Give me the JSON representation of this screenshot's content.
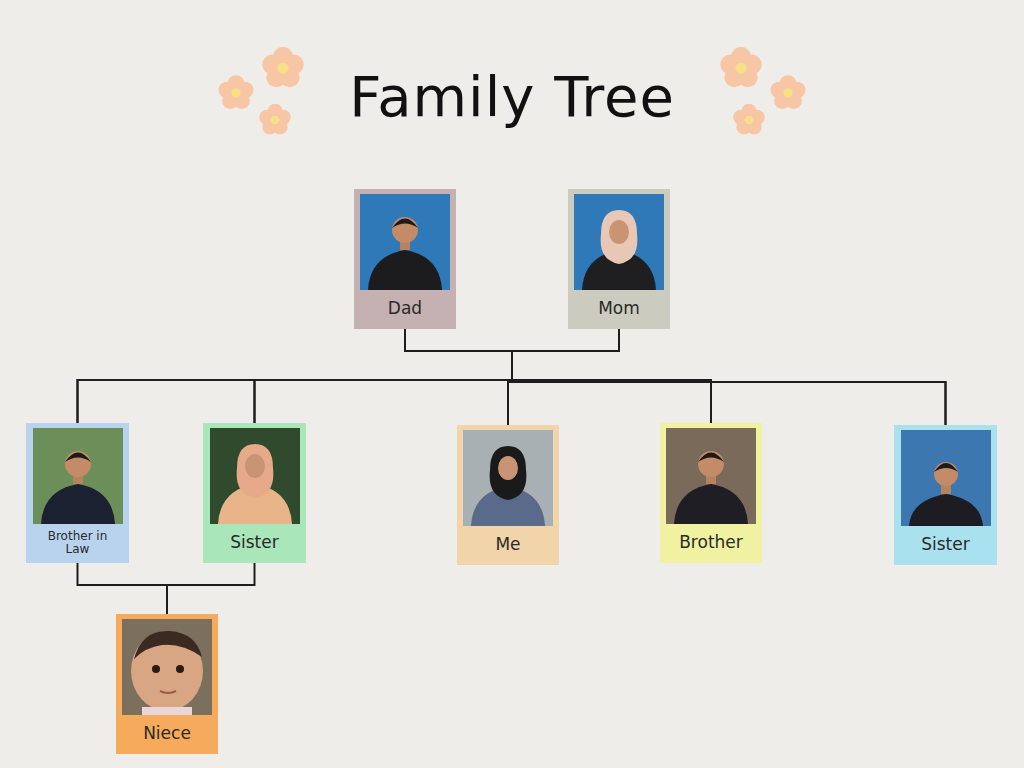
{
  "diagram": {
    "title": "Family Tree",
    "nodes": [
      {
        "text": [
          "Dad"
        ]
      },
      {
        "text": [
          "Mom"
        ]
      },
      {
        "text": [
          "Brother in Law"
        ]
      },
      {
        "text": [
          "Sister"
        ]
      },
      {
        "text": [
          "Me"
        ]
      },
      {
        "text": [
          "Brother"
        ]
      },
      {
        "text": [
          "Sister"
        ]
      },
      {
        "text": [
          "Niece"
        ]
      }
    ],
    "edges": [
      {
        "from": 0,
        "to": 2,
        "arrow": "none"
      },
      {
        "from": 0,
        "to": 3,
        "arrow": "none"
      },
      {
        "from": 0,
        "to": 4,
        "arrow": "none"
      },
      {
        "from": 0,
        "to": 5,
        "arrow": "none"
      },
      {
        "from": 0,
        "to": 6,
        "arrow": "none"
      },
      {
        "from": 1,
        "to": 2,
        "arrow": "none"
      },
      {
        "from": 1,
        "to": 3,
        "arrow": "none"
      },
      {
        "from": 1,
        "to": 4,
        "arrow": "none"
      },
      {
        "from": 1,
        "to": 5,
        "arrow": "none"
      },
      {
        "from": 1,
        "to": 6,
        "arrow": "none"
      },
      {
        "from": 2,
        "to": 7,
        "arrow": "none"
      },
      {
        "from": 3,
        "to": 7,
        "arrow": "none"
      }
    ]
  }
}
